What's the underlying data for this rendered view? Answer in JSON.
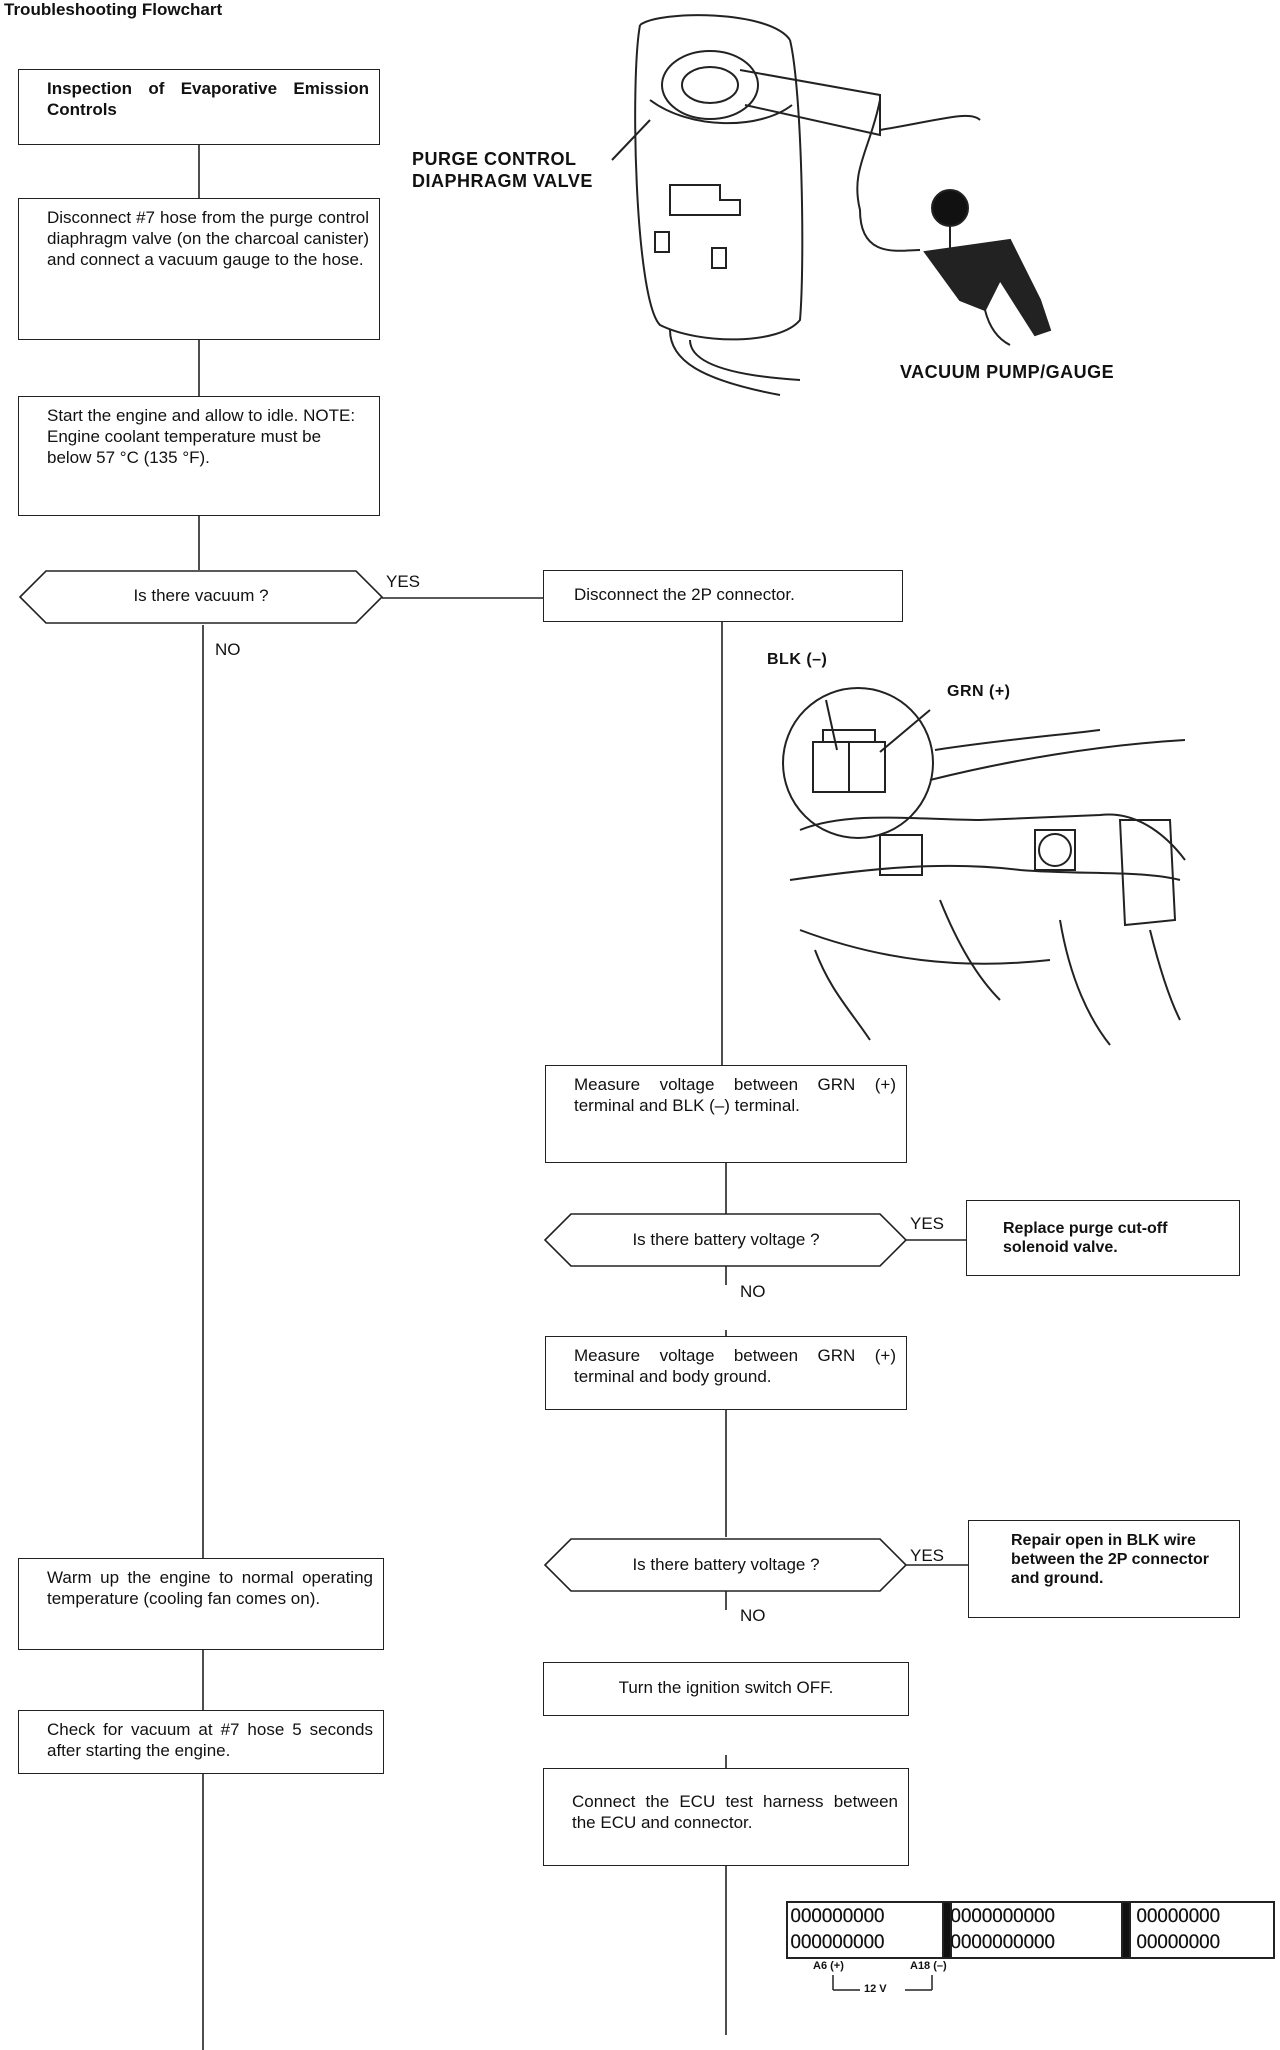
{
  "title": "Troubleshooting Flowchart",
  "steps": {
    "inspection": "Inspection of Evaporative Emission Controls",
    "disconnect_hose": "Disconnect #7 hose from the purge control diaphragm valve (on the charcoal canister) and connect a vacuum gauge to the hose.",
    "start_engine": "Start the engine and allow to idle. NOTE: Engine coolant temperature must be below 57 °C (135 °F).",
    "disconnect_2p": "Disconnect the 2P connector.",
    "measure_grn_blk": "Measure voltage between GRN (+) terminal and BLK (–) terminal.",
    "replace_valve": "Replace purge cut-off solenoid valve.",
    "measure_grn_ground": "Measure voltage between GRN (+) terminal and body ground.",
    "repair_open": "Repair open in BLK wire between the 2P connector and ground.",
    "warm_up": "Warm up the engine to normal operating temperature (cooling fan comes on).",
    "ignition_off": "Turn the ignition switch OFF.",
    "check_vacuum": "Check for vacuum at #7 hose 5 seconds after starting the engine.",
    "ecu_harness": "Connect the ECU test harness between the ECU and connector."
  },
  "decisions": {
    "vacuum": "Is there vacuum ?",
    "battery_1": "Is there battery voltage ?",
    "battery_2": "Is there battery voltage ?"
  },
  "branch_labels": {
    "yes": "YES",
    "no": "NO"
  },
  "captions": {
    "purge_valve": "PURGE CONTROL DIAPHRAGM VALVE",
    "vacuum_pump": "VACUUM PUMP/GAUGE",
    "blk": "BLK (–)",
    "grn": "GRN (+)",
    "a6": "A6 (+)",
    "a18": "A18 (–)",
    "twelve_v": "12 V"
  },
  "ecu_connector_rows": [
    [
      "OOOOOOOOO",
      "OOOOOOOOOO",
      "OOOOOOOO"
    ],
    [
      "OOOOOOOOO",
      "OOOOOOOOOO",
      "OOOOOOOO"
    ]
  ]
}
